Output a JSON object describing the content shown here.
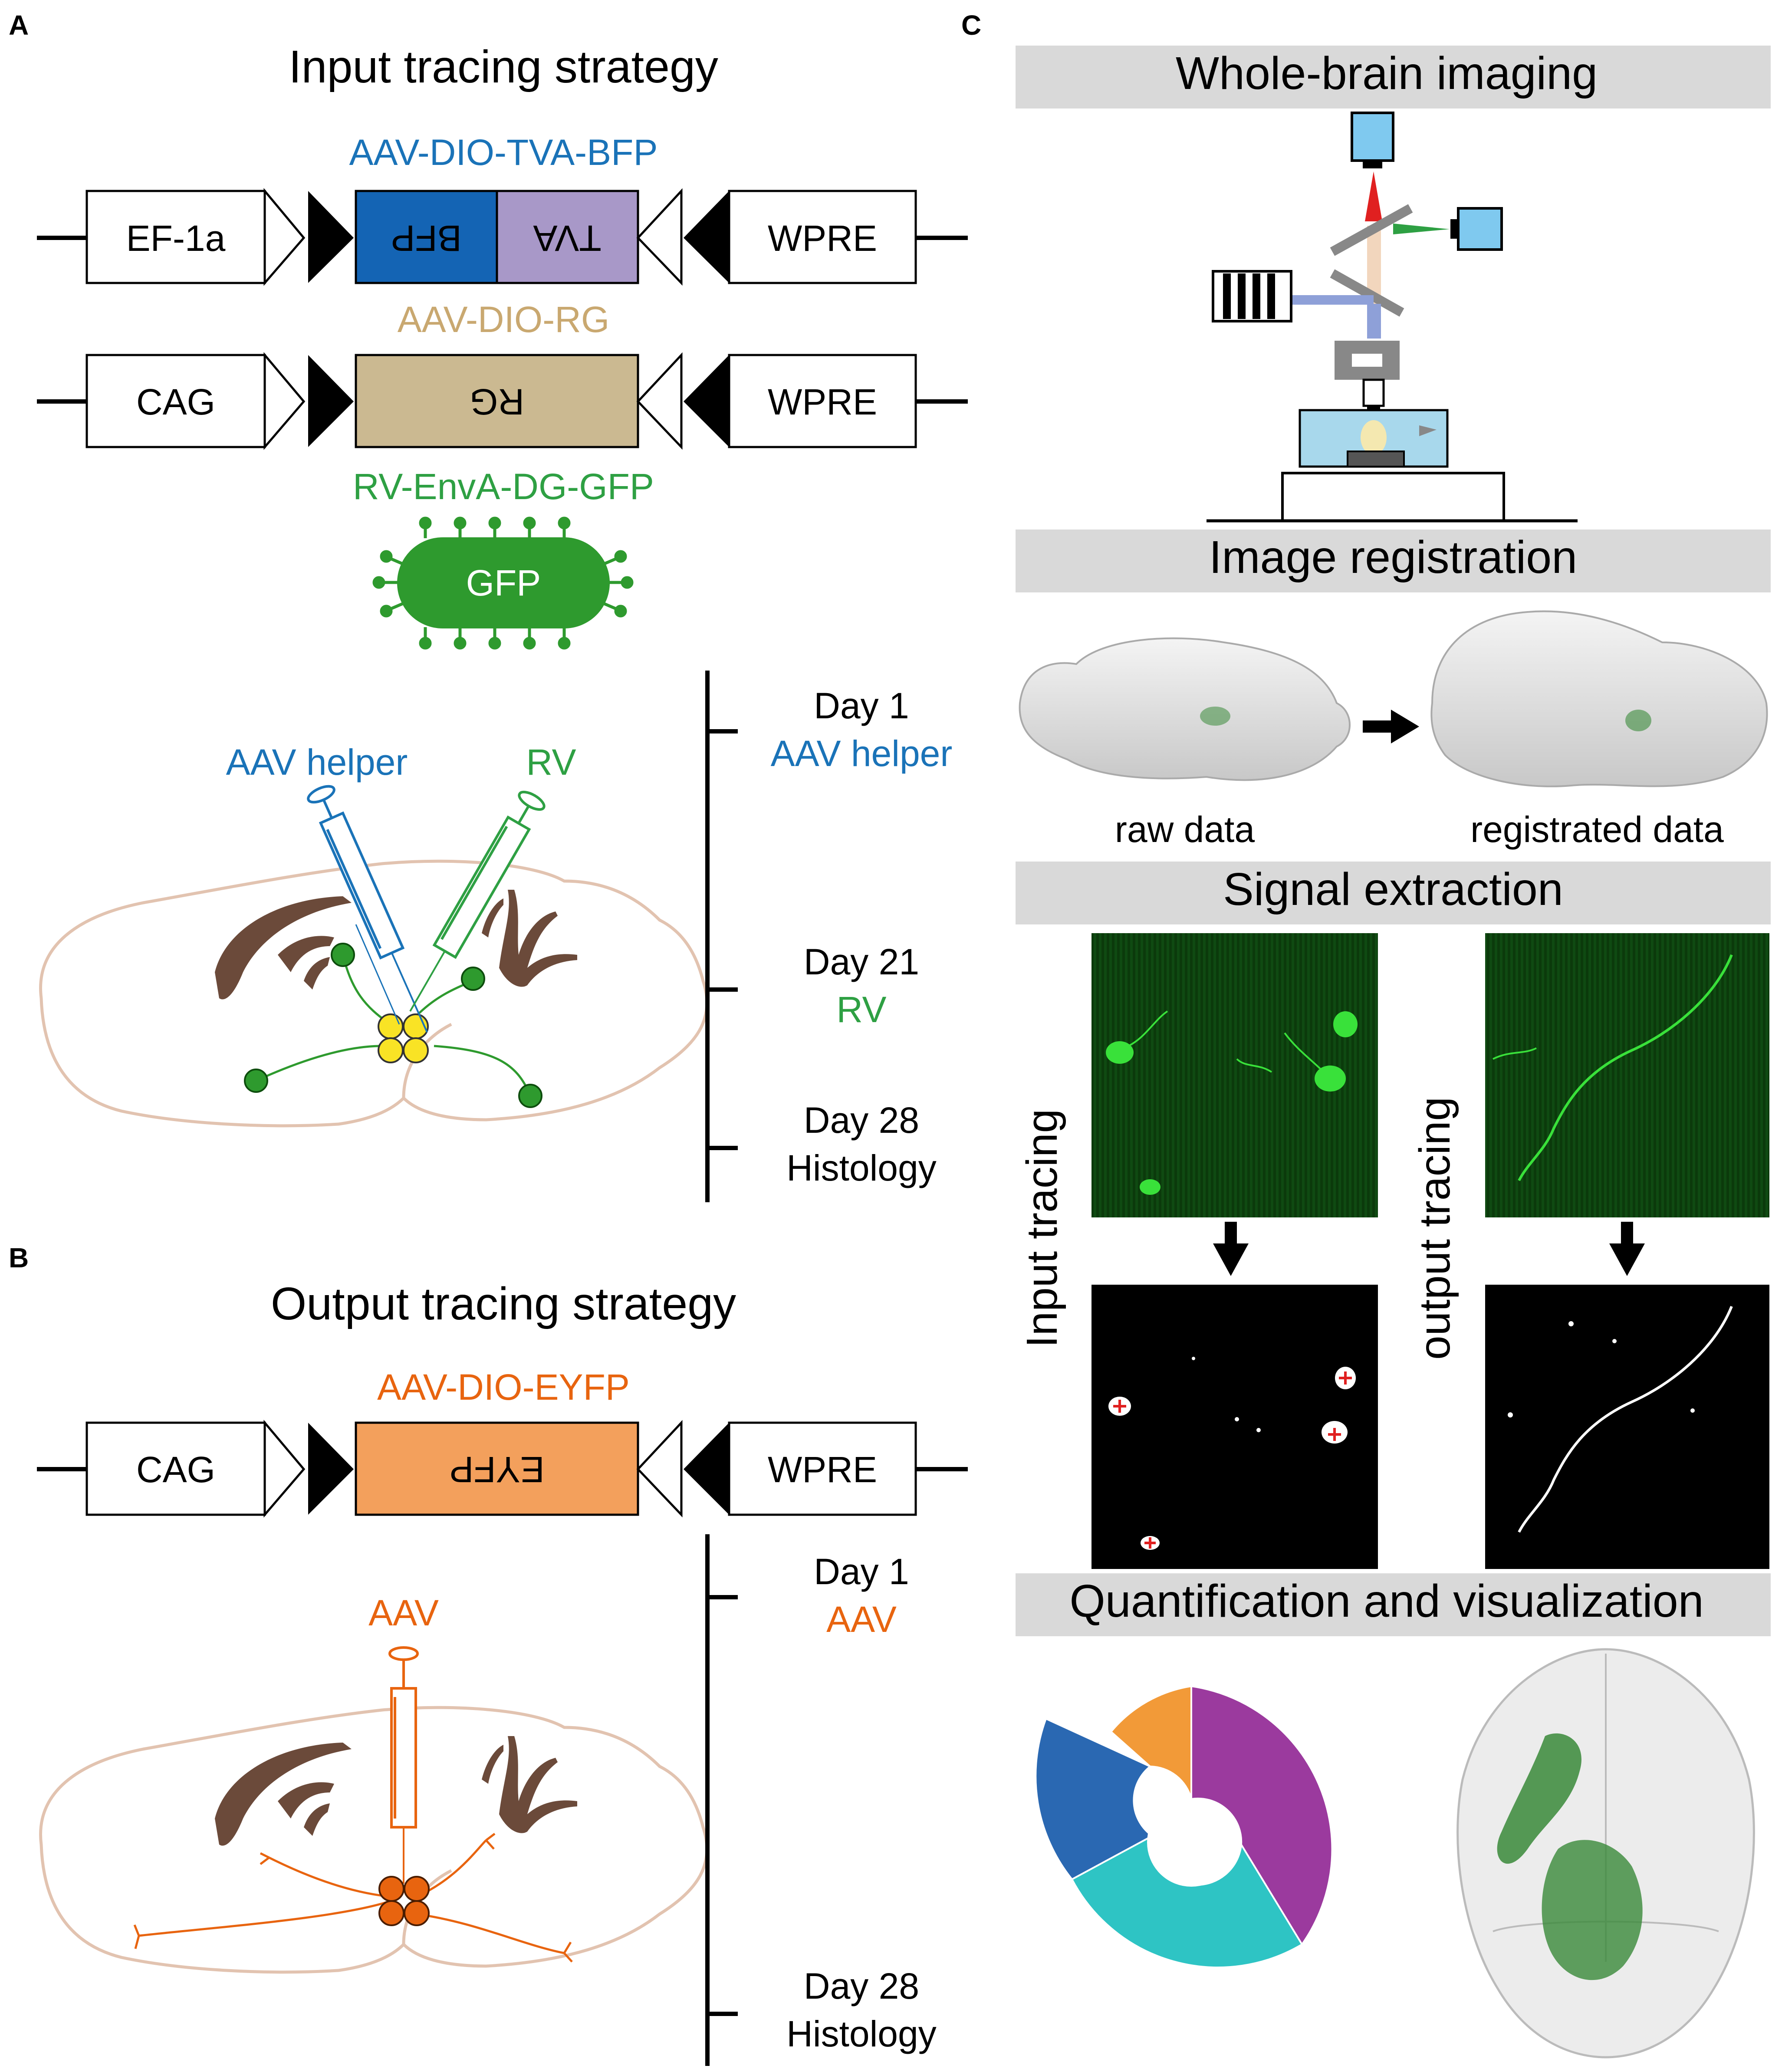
{
  "panels": {
    "A": {
      "letter": "A",
      "title": "Input tracing strategy",
      "constructs": [
        {
          "name": "AAV-DIO-TVA-BFP",
          "promoter": "EF-1a",
          "genes": [
            "BFP",
            "TVA"
          ],
          "wpre": "WPRE"
        },
        {
          "name": "AAV-DIO-RG",
          "promoter": "CAG",
          "genes": [
            "RG"
          ],
          "wpre": "WPRE"
        }
      ],
      "virus": {
        "name": "RV-EnvA-DG-GFP",
        "label": "GFP"
      },
      "injections": {
        "aav": "AAV helper",
        "rv": "RV"
      },
      "timeline": [
        {
          "day": "Day 1",
          "event": "AAV helper"
        },
        {
          "day": "Day 21",
          "event": "RV"
        },
        {
          "day": "Day 28",
          "event": "Histology"
        }
      ]
    },
    "B": {
      "letter": "B",
      "title": "Output tracing strategy",
      "construct": {
        "name": "AAV-DIO-EYFP",
        "promoter": "CAG",
        "genes": [
          "EYFP"
        ],
        "wpre": "WPRE"
      },
      "injection": "AAV",
      "timeline": [
        {
          "day": "Day 1",
          "event": "AAV"
        },
        {
          "day": "Day 28",
          "event": "Histology"
        }
      ]
    },
    "C": {
      "letter": "C",
      "steps": [
        "Whole-brain imaging",
        "Image registration",
        "Signal extraction",
        "Quantification and visualization"
      ],
      "registration": {
        "raw": "raw data",
        "registered": "registrated data"
      },
      "side_labels": {
        "input": "Input tracing",
        "output": "output tracing"
      }
    }
  },
  "colors": {
    "bfp": "#1464b4",
    "tva": "#a898c8",
    "rg": "#cbb991",
    "gfp": "#2e9a2e",
    "aav_text": "#1a73b8",
    "rv_text": "#2ea043",
    "rg_text": "#c9a870",
    "eyfp": "#f3a05c",
    "orange": "#e8640f",
    "brain_outline": "#e2c3b0",
    "nuclei": "#6b4a3a",
    "step_bar": "#d9d9d9",
    "sunburst_purple": "#9b3a9e",
    "sunburst_cyan": "#2ec4c4",
    "sunburst_blue": "#2a68b2",
    "sunburst_orange": "#f29a38"
  }
}
